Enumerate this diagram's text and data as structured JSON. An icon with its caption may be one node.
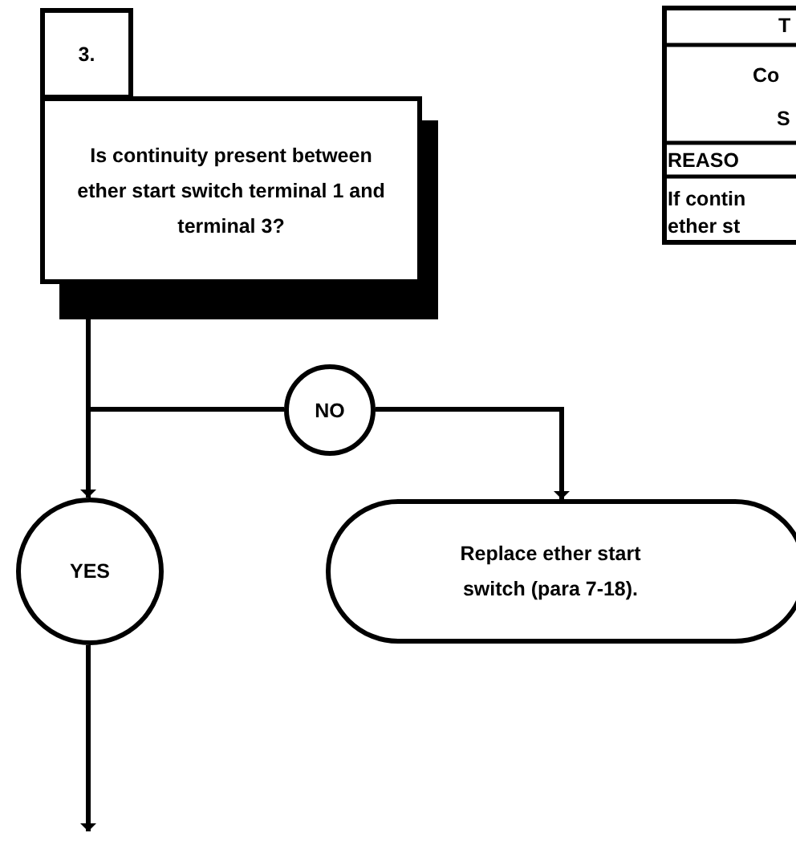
{
  "diagram": {
    "nodes": [
      {
        "text": [
          "3."
        ]
      },
      {
        "text": [
          "Is continuity present between ether start switch terminal 1 and terminal 3?"
        ]
      },
      {
        "text": [
          "NO"
        ]
      },
      {
        "text": [
          "YES"
        ]
      },
      {
        "text": [
          "Replace ether start switch (para 7-18)."
        ]
      }
    ],
    "edges": [
      {
        "from": 1,
        "to": 3,
        "arrow": "to"
      },
      {
        "from": 1,
        "to": 2,
        "arrow": "none"
      },
      {
        "from": 2,
        "to": 4,
        "arrow": "to"
      },
      {
        "from": 3,
        "to": null,
        "arrow": "to"
      }
    ],
    "labels": [
      "T",
      "Co",
      "S",
      "REASO",
      "If contin",
      "ether st"
    ]
  }
}
